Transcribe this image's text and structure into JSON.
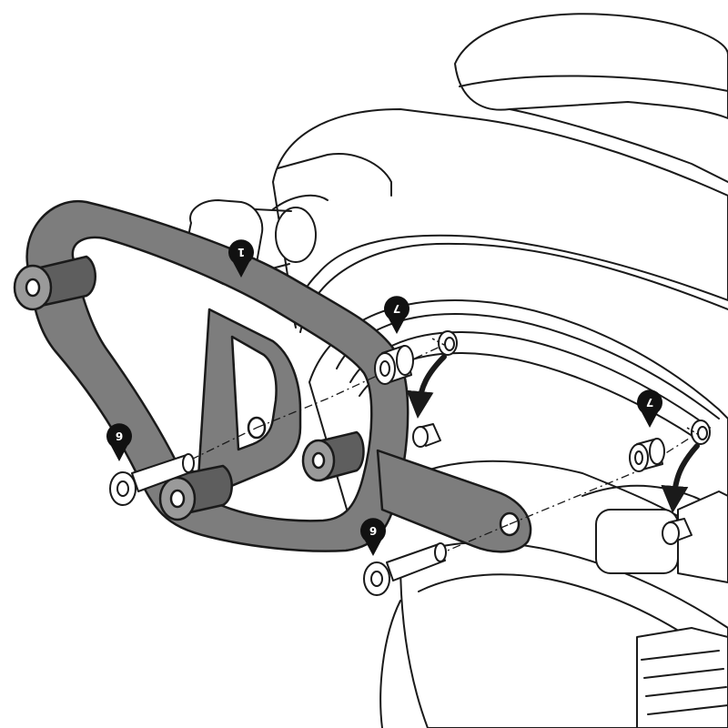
{
  "figure": {
    "kind": "exploded assembly illustration",
    "colors": {
      "outline": "#1a1a1a",
      "bracket_fill": "#7d7d7d",
      "part_fill": "#ffffff",
      "callout_fill": "#111111",
      "callout_text": "#ffffff"
    }
  },
  "callouts": [
    {
      "id": "part-1",
      "label": "1"
    },
    {
      "id": "part-7a",
      "label": "7"
    },
    {
      "id": "part-7b",
      "label": "7"
    },
    {
      "id": "part-6a",
      "label": "6"
    },
    {
      "id": "part-6b",
      "label": "6"
    }
  ]
}
